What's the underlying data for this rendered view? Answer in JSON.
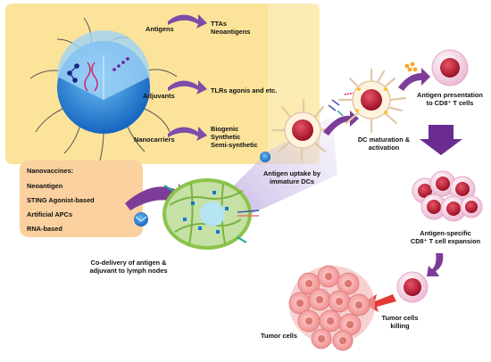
{
  "colors": {
    "panel_yellow": "#fbe39a",
    "panel_orange": "#fbd19f",
    "arrow_purple": "#7d3c98",
    "arrow_red": "#e53935",
    "cell_red": "#b3132b",
    "cell_pink": "#f4c7dc",
    "node_green": "#9ccc65",
    "nanoparticle_blue": "#2e8bd6"
  },
  "top_panel": {
    "antigens": {
      "label": "Antigens",
      "detail": [
        "TTAs",
        "Neoantigens"
      ]
    },
    "adjuvants": {
      "label": "Adjuvants",
      "detail": [
        "TLRs agonis and etc."
      ]
    },
    "nanocarriers": {
      "label": "Nanocarriers",
      "detail": [
        "Biogenic",
        "Synthetic",
        "Semi-synthetic"
      ]
    }
  },
  "nanovaccines": {
    "title": "Nanovaccines:",
    "items": [
      "Neoantigen",
      "STING Agonist-based",
      "Artificial APCs",
      "RNA-based"
    ]
  },
  "steps": {
    "lymph_node": [
      "Co-delivery of antigen &",
      "adjuvant to lymph nodes"
    ],
    "uptake": [
      "Antigen uptake by",
      "immature DCs"
    ],
    "maturation": [
      "DC maturation &",
      "activation"
    ],
    "presentation": [
      "Antigen presentation",
      "to CD8⁺ T cells"
    ],
    "expansion": [
      "Antigen-specific",
      "CD8⁺ T cell expansion"
    ],
    "killing": [
      "Tumor cells",
      "killing"
    ],
    "tumor": "Tumor cells"
  }
}
